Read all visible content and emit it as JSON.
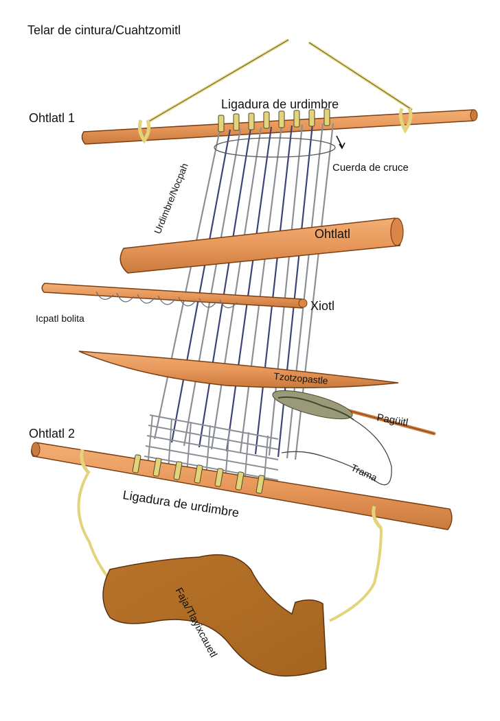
{
  "title": "Telar de cintura/Cuahtzomitl",
  "labels": {
    "ohtlatl_1": "Ohtlatl 1",
    "ligadura_top": "Ligadura de urdimbre",
    "cuerda_cruce": "Cuerda de cruce",
    "urdimbre": "Urdimbre/Nocpah",
    "ohtlatl": "Ohtlatl",
    "xiotl": "Xiotl",
    "icpatl": "Icpatl bolita",
    "tzotzopastle": "Tzotzopastle",
    "paguitl": "Pagüitl",
    "ohtlatl_2": "Ohtlatl 2",
    "trama": "Trama",
    "ligadura_bottom": "Ligadura de urdimbre",
    "faja": "Faja/Tlayixcauetl"
  },
  "colors": {
    "wood": "#e8985a",
    "wood_dark": "#b86a2e",
    "belt": "#b8732a",
    "string": "#e3d37a",
    "warp_dark": "#3c4378",
    "warp_light": "#8a8f96",
    "text": "#111111"
  }
}
